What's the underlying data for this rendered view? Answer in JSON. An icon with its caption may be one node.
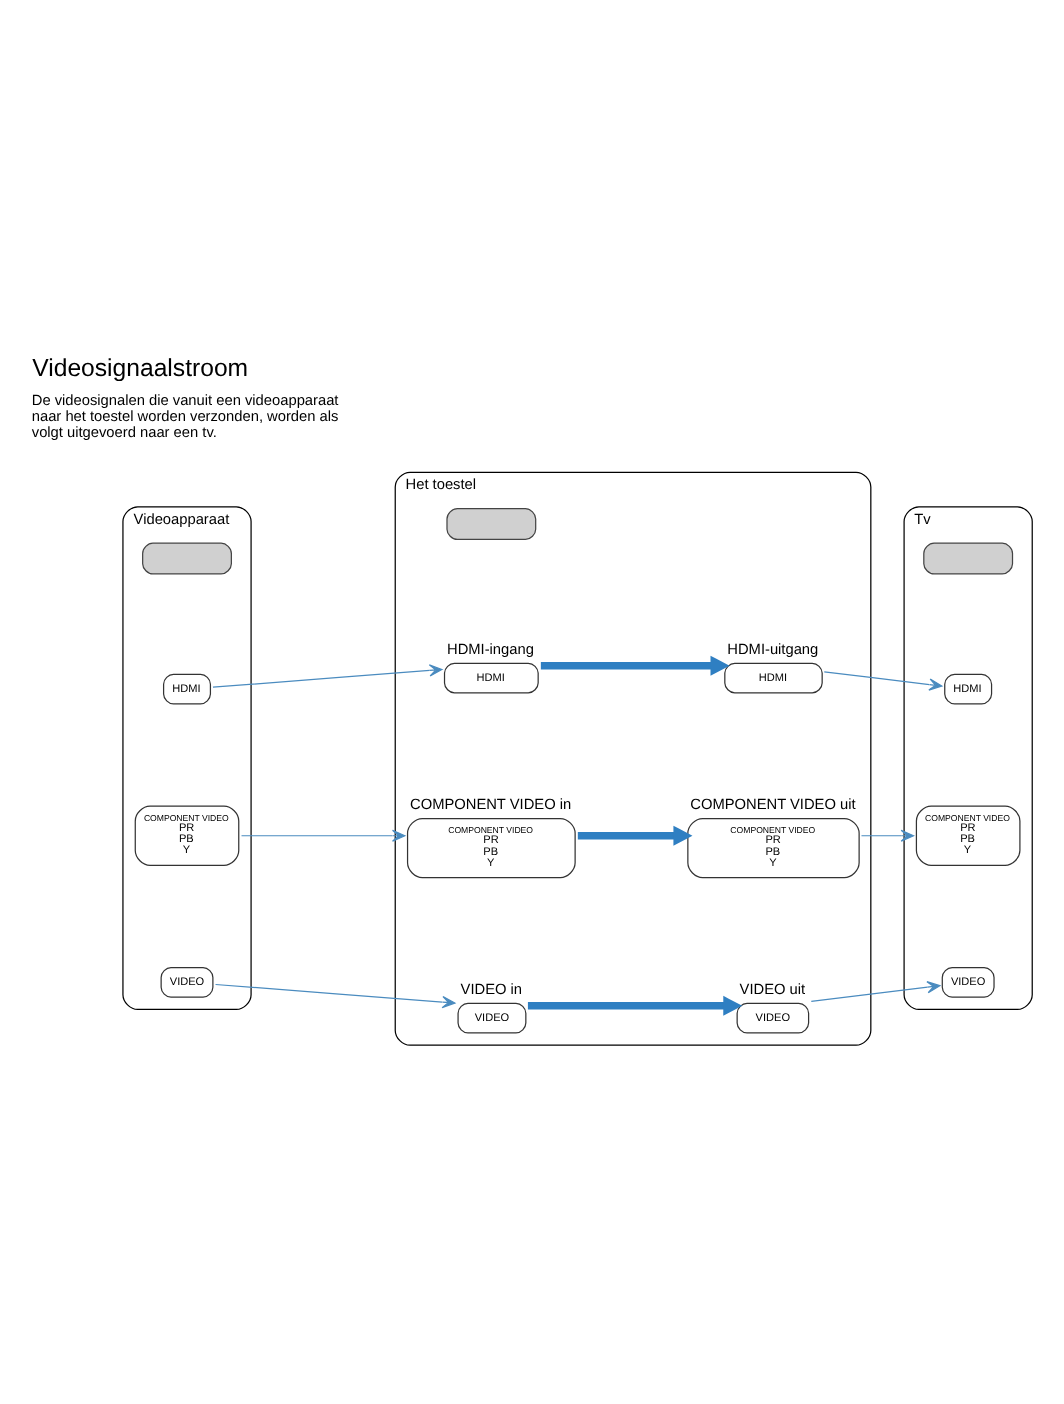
{
  "diagram": {
    "title": "Videosignaalstroom",
    "nodes": [
      {
        "text": [
          "Videoapparaat"
        ]
      },
      {
        "text": [],
        "shape": "box",
        "in": 0
      },
      {
        "text": [
          "HDMI"
        ],
        "in": 0
      },
      {
        "text": [
          "COMPONENT VIDEO",
          "PR",
          "PB",
          "Y"
        ],
        "in": 0
      },
      {
        "text": [
          "VIDEO"
        ],
        "in": 0
      },
      {
        "text": [
          "Het toestel"
        ]
      },
      {
        "text": [],
        "shape": "box",
        "in": 5
      },
      {
        "text": [
          "HDMI"
        ],
        "in": 5,
        "beside": [
          "HDMI-ingang"
        ]
      },
      {
        "text": [
          "HDMI"
        ],
        "in": 5,
        "beside": [
          "HDMI-uitgang"
        ]
      },
      {
        "text": [
          "COMPONENT VIDEO",
          "PR",
          "PB",
          "Y"
        ],
        "in": 5,
        "beside": [
          "COMPONENT VIDEO in"
        ]
      },
      {
        "text": [
          "COMPONENT VIDEO",
          "PR",
          "PB",
          "Y"
        ],
        "in": 5,
        "beside": [
          "COMPONENT VIDEO uit"
        ]
      },
      {
        "text": [
          "VIDEO"
        ],
        "in": 5,
        "beside": [
          "VIDEO in"
        ]
      },
      {
        "text": [
          "VIDEO"
        ],
        "in": 5,
        "beside": [
          "VIDEO uit"
        ]
      },
      {
        "text": [
          "Tv"
        ]
      },
      {
        "text": [],
        "shape": "box",
        "in": 13
      },
      {
        "text": [
          "HDMI"
        ],
        "in": 13
      },
      {
        "text": [
          "COMPONENT VIDEO",
          "PR",
          "PB",
          "Y"
        ],
        "in": 13
      },
      {
        "text": [
          "VIDEO"
        ],
        "in": 13
      }
    ],
    "edges": [
      {
        "from": 2,
        "to": 7,
        "arrow": "to"
      },
      {
        "from": 7,
        "to": 8,
        "arrow": "to",
        "style": "thick",
        "color": "#2f7fc2"
      },
      {
        "from": 8,
        "to": 15,
        "arrow": "to"
      },
      {
        "from": 3,
        "to": 9,
        "arrow": "to"
      },
      {
        "from": 9,
        "to": 10,
        "arrow": "to",
        "style": "thick",
        "color": "#2f7fc2"
      },
      {
        "from": 10,
        "to": 16,
        "arrow": "to"
      },
      {
        "from": 4,
        "to": 11,
        "arrow": "to"
      },
      {
        "from": 11,
        "to": 12,
        "arrow": "to",
        "style": "thick",
        "color": "#2f7fc2"
      },
      {
        "from": 12,
        "to": 17,
        "arrow": "to"
      }
    ],
    "labels": [
      "De videosignalen die vanuit een videoapparaat naar het toestel worden verzonden, worden als volgt uitgevoerd naar een tv."
    ]
  }
}
